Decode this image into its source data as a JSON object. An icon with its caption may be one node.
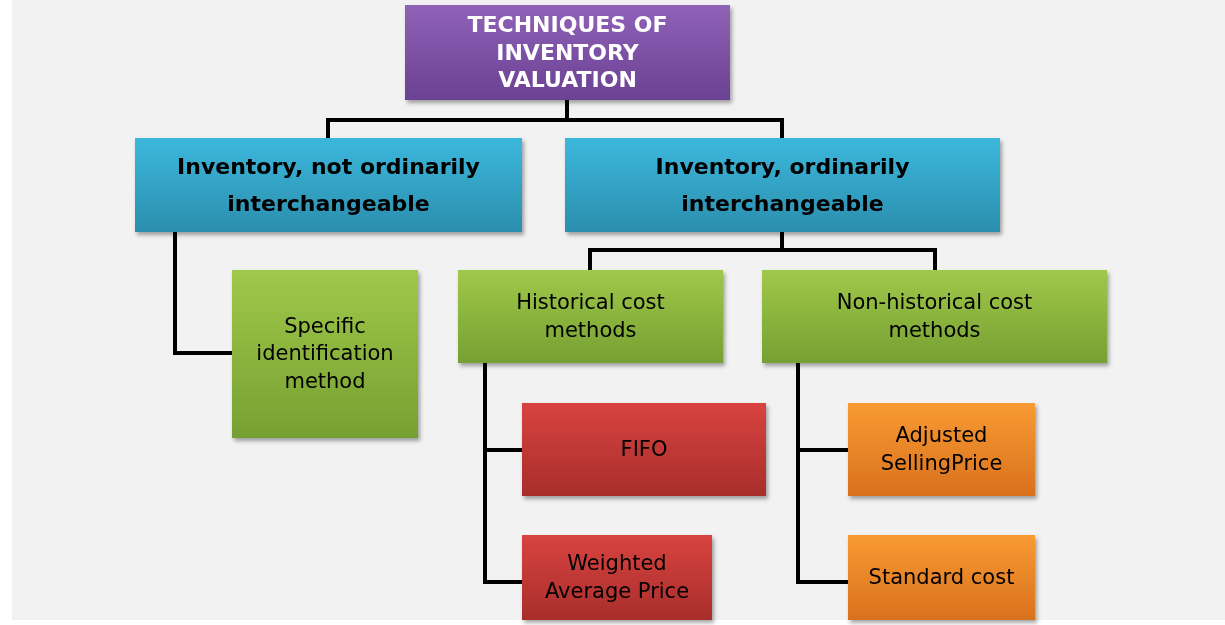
{
  "diagram": {
    "nodes": [
      {
        "text": [
          "TECHNIQUES OF INVENTORY VALUATION"
        ]
      },
      {
        "text": [
          "Inventory, not ordinarily interchangeable"
        ]
      },
      {
        "text": [
          "Inventory, ordinarily interchangeable"
        ]
      },
      {
        "text": [
          "Specific identification method"
        ]
      },
      {
        "text": [
          "Historical cost methods"
        ]
      },
      {
        "text": [
          "Non-historical cost methods"
        ]
      },
      {
        "text": [
          "FIFO"
        ]
      },
      {
        "text": [
          "Weighted Average Price"
        ]
      },
      {
        "text": [
          "Adjusted SellingPrice"
        ]
      },
      {
        "text": [
          "Standard cost"
        ]
      }
    ],
    "edges": [
      {
        "from": 0,
        "to": 1,
        "arrow": "none"
      },
      {
        "from": 0,
        "to": 2,
        "arrow": "none"
      },
      {
        "from": 1,
        "to": 3,
        "arrow": "none"
      },
      {
        "from": 2,
        "to": 4,
        "arrow": "none"
      },
      {
        "from": 2,
        "to": 5,
        "arrow": "none"
      },
      {
        "from": 4,
        "to": 6,
        "arrow": "none"
      },
      {
        "from": 4,
        "to": 7,
        "arrow": "none"
      },
      {
        "from": 5,
        "to": 8,
        "arrow": "none"
      },
      {
        "from": 5,
        "to": 9,
        "arrow": "none"
      }
    ]
  }
}
